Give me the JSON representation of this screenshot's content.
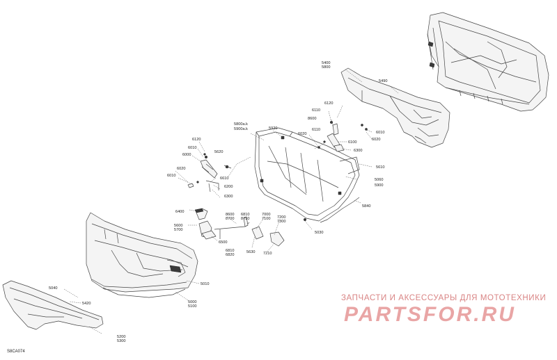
{
  "diagram_code": "S8CA074",
  "watermark": {
    "caption": "ЗАПЧАСТИ И АКСЕССУАРЫ ДЛЯ МОТОТЕХНИКИ",
    "logo": "PARTSFOR.RU"
  },
  "labels": {
    "l5400": "5400",
    "l5800": "5800",
    "l5490": "5490",
    "l6120a": "6120",
    "l6110a": "6110",
    "l8600a": "8600",
    "l6010r": "6010",
    "l6020r": "6020",
    "l5800ak": "5800a.k",
    "l5900ak": "5900a.k",
    "l5920": "5920",
    "l6020m": "6020",
    "l6110b": "6110",
    "l6100": "6100",
    "l6300a": "6300",
    "l5610": "5610",
    "l5060": "5060",
    "l5900": "5900",
    "l5840": "5840",
    "l6120b": "6120",
    "l6010a": "6010",
    "l6000": "6000",
    "l5620": "5620",
    "l6020l": "6020",
    "l6010l": "6010",
    "l6610": "6610",
    "l6200": "6200",
    "l6300b": "6300",
    "l6400": "6400",
    "l8600b": "8600",
    "l8700": "8700",
    "l6810": "6810",
    "l8710": "8710",
    "l7000": "7000",
    "l7100": "7100",
    "l7200": "7200",
    "l7300": "7300",
    "l5600": "5600",
    "l5700": "5700",
    "l6500": "6500",
    "l6810b": "6810",
    "l6820": "6820",
    "l5630": "5630",
    "l7210": "7210",
    "l5030": "5030",
    "l5010": "5010",
    "l5040": "5040",
    "l5420": "5420",
    "l5000": "5000",
    "l5100": "5100",
    "l5200": "5200",
    "l5300": "5300"
  }
}
